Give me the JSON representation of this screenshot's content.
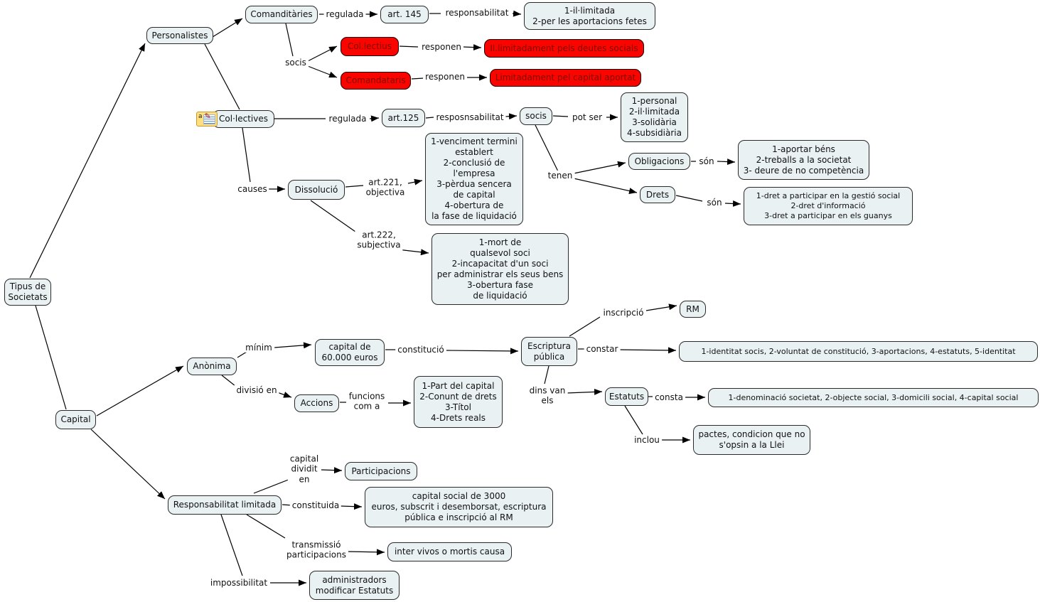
{
  "title": "Tipus de Societats - mapa conceptual",
  "colors": {
    "node_fill": "#e9f1f3",
    "node_border": "#2a2a2a",
    "red_fill": "#fa0400",
    "red_text": "#7e0d00",
    "line": "#000000",
    "background": "#ffffff"
  },
  "icons": {
    "annotation_letter": "a",
    "pencil": "✎"
  },
  "nodes": {
    "tipus": "Tipus de\nSocietats",
    "personalistes": "Personalistes",
    "comanditaries": "Comanditàries",
    "art145": "art. 145",
    "resp1": "1-il·limitada\n2-per les aportacions fetes",
    "collectius": "Col.lectius",
    "resp_red1": "Il.limitadament pels deutes socials",
    "comandataris": "Comandataris",
    "resp_red2": "Limitadament pel capital aportat",
    "collectives": "Col·lectives",
    "art125": "art.125",
    "socis2": "socis",
    "potser": "1-personal\n2-il·limitada\n3-solidària\n4-subsidiària",
    "obligacions": "Obligacions",
    "oblbox": "1-aportar béns\n2-treballs a la societat\n3- deure de no competència",
    "drets": "Drets",
    "dretsbox": "1-dret a participar en la gestió social\n2-dret d'informació\n3-dret a participar en els guanys",
    "dissolucio": "Dissolució",
    "art221box": "1-venciment termini\nestablert\n2-conclusió de\nl'empresa\n3-pèrdua sencera\nde capital\n4-obertura de\nla fase de liquidació",
    "art222box": "1-mort de\nqualsevol soci\n2-incapacitat d'un soci\nper administrar els seus bens\n3-obertura fase\nde liquidació",
    "capital": "Capital",
    "anonima": "Anònima",
    "capital60": "capital de\n60.000 euros",
    "escriptura": "Escriptura\npública",
    "rm": "RM",
    "constarbox": "1-identitat socis, 2-voluntat de constitució, 3-aportacions, 4-estatuts, 5-identitat",
    "estatuts": "Estatuts",
    "constabox": "1-denominació societat, 2-objecte social, 3-domicili social, 4-capital social",
    "pactesbox": "pactes, condicion que no\ns'opsin a la Llei",
    "accions": "Accions",
    "funcionsbox": "1-Part del capital\n2-Conunt de drets\n3-Títol\n4-Drets reals",
    "participacions": "Participacions",
    "resplim": "Responsabilitat limitada",
    "constbox": "capital social de 3000\neuros, subscrit i desemborsat, escriptura\npública e inscripció al RM",
    "intervivos": "inter vivos o mortis causa",
    "adminbox": "administradors\nmodificar Estatuts"
  },
  "labels": {
    "socis1": "socis",
    "regulada1": "regulada",
    "responsabilitat": "responsabilitat",
    "responen1": "responen",
    "responen2": "responen",
    "regulada2": "regulada",
    "resposnsabilitat": "resposnsabilitat",
    "potser": "pot ser",
    "tenen": "tenen",
    "son1": "són",
    "son2": "són",
    "causes": "causes",
    "art221": "art.221,\nobjectiva",
    "art222": "art.222,\nsubjectiva",
    "minim": "mínim",
    "constitucio": "constitució",
    "inscripcio": "inscripció",
    "constar": "constar",
    "dinsvan": "dins van\nels",
    "consta": "consta",
    "inclou": "inclou",
    "divisio": "divisió en",
    "funcions": "funcions\ncom a",
    "capdividit": "capital\ndividit\nen",
    "constituida": "constituida",
    "transmissio": "transmissió\nparticipacions",
    "impossibilitat": "impossibilitat"
  }
}
